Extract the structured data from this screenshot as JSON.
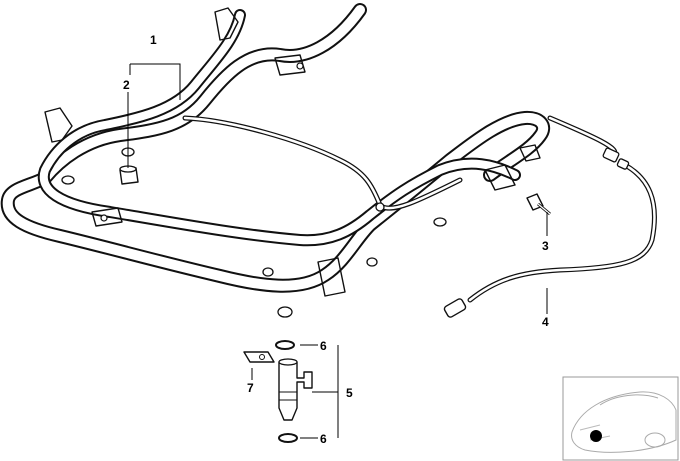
{
  "diagram": {
    "callouts": {
      "c1": "1",
      "c2": "2",
      "c3": "3",
      "c4": "4",
      "c5": "5",
      "c6a": "6",
      "c6b": "6",
      "c7": "7"
    }
  },
  "colors": {
    "line": "#111111",
    "background": "#ffffff",
    "thumb_dot": "#000000"
  }
}
